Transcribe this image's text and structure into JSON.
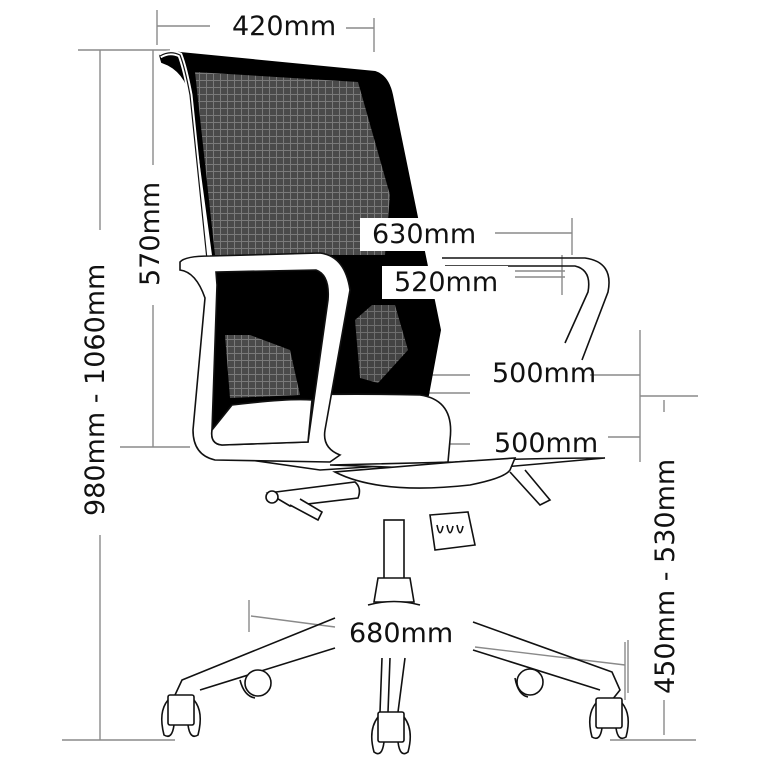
{
  "diagram": {
    "subject": "Office chair with mesh back, dimension drawing",
    "colors": {
      "line": "#1a1a1a",
      "dim_line": "#8a8a8a",
      "mesh": "#5e5e5e",
      "frame": "#000000",
      "background": "#ffffff"
    },
    "dimensions": {
      "back_width": "420mm",
      "back_height": "570mm",
      "overall_height": "980mm - 1060mm",
      "overall_width_arms": "630mm",
      "between_arms": "520mm",
      "seat_width": "500mm",
      "seat_depth": "500mm",
      "seat_height": "450mm - 530mm",
      "base_diameter": "680mm"
    }
  }
}
